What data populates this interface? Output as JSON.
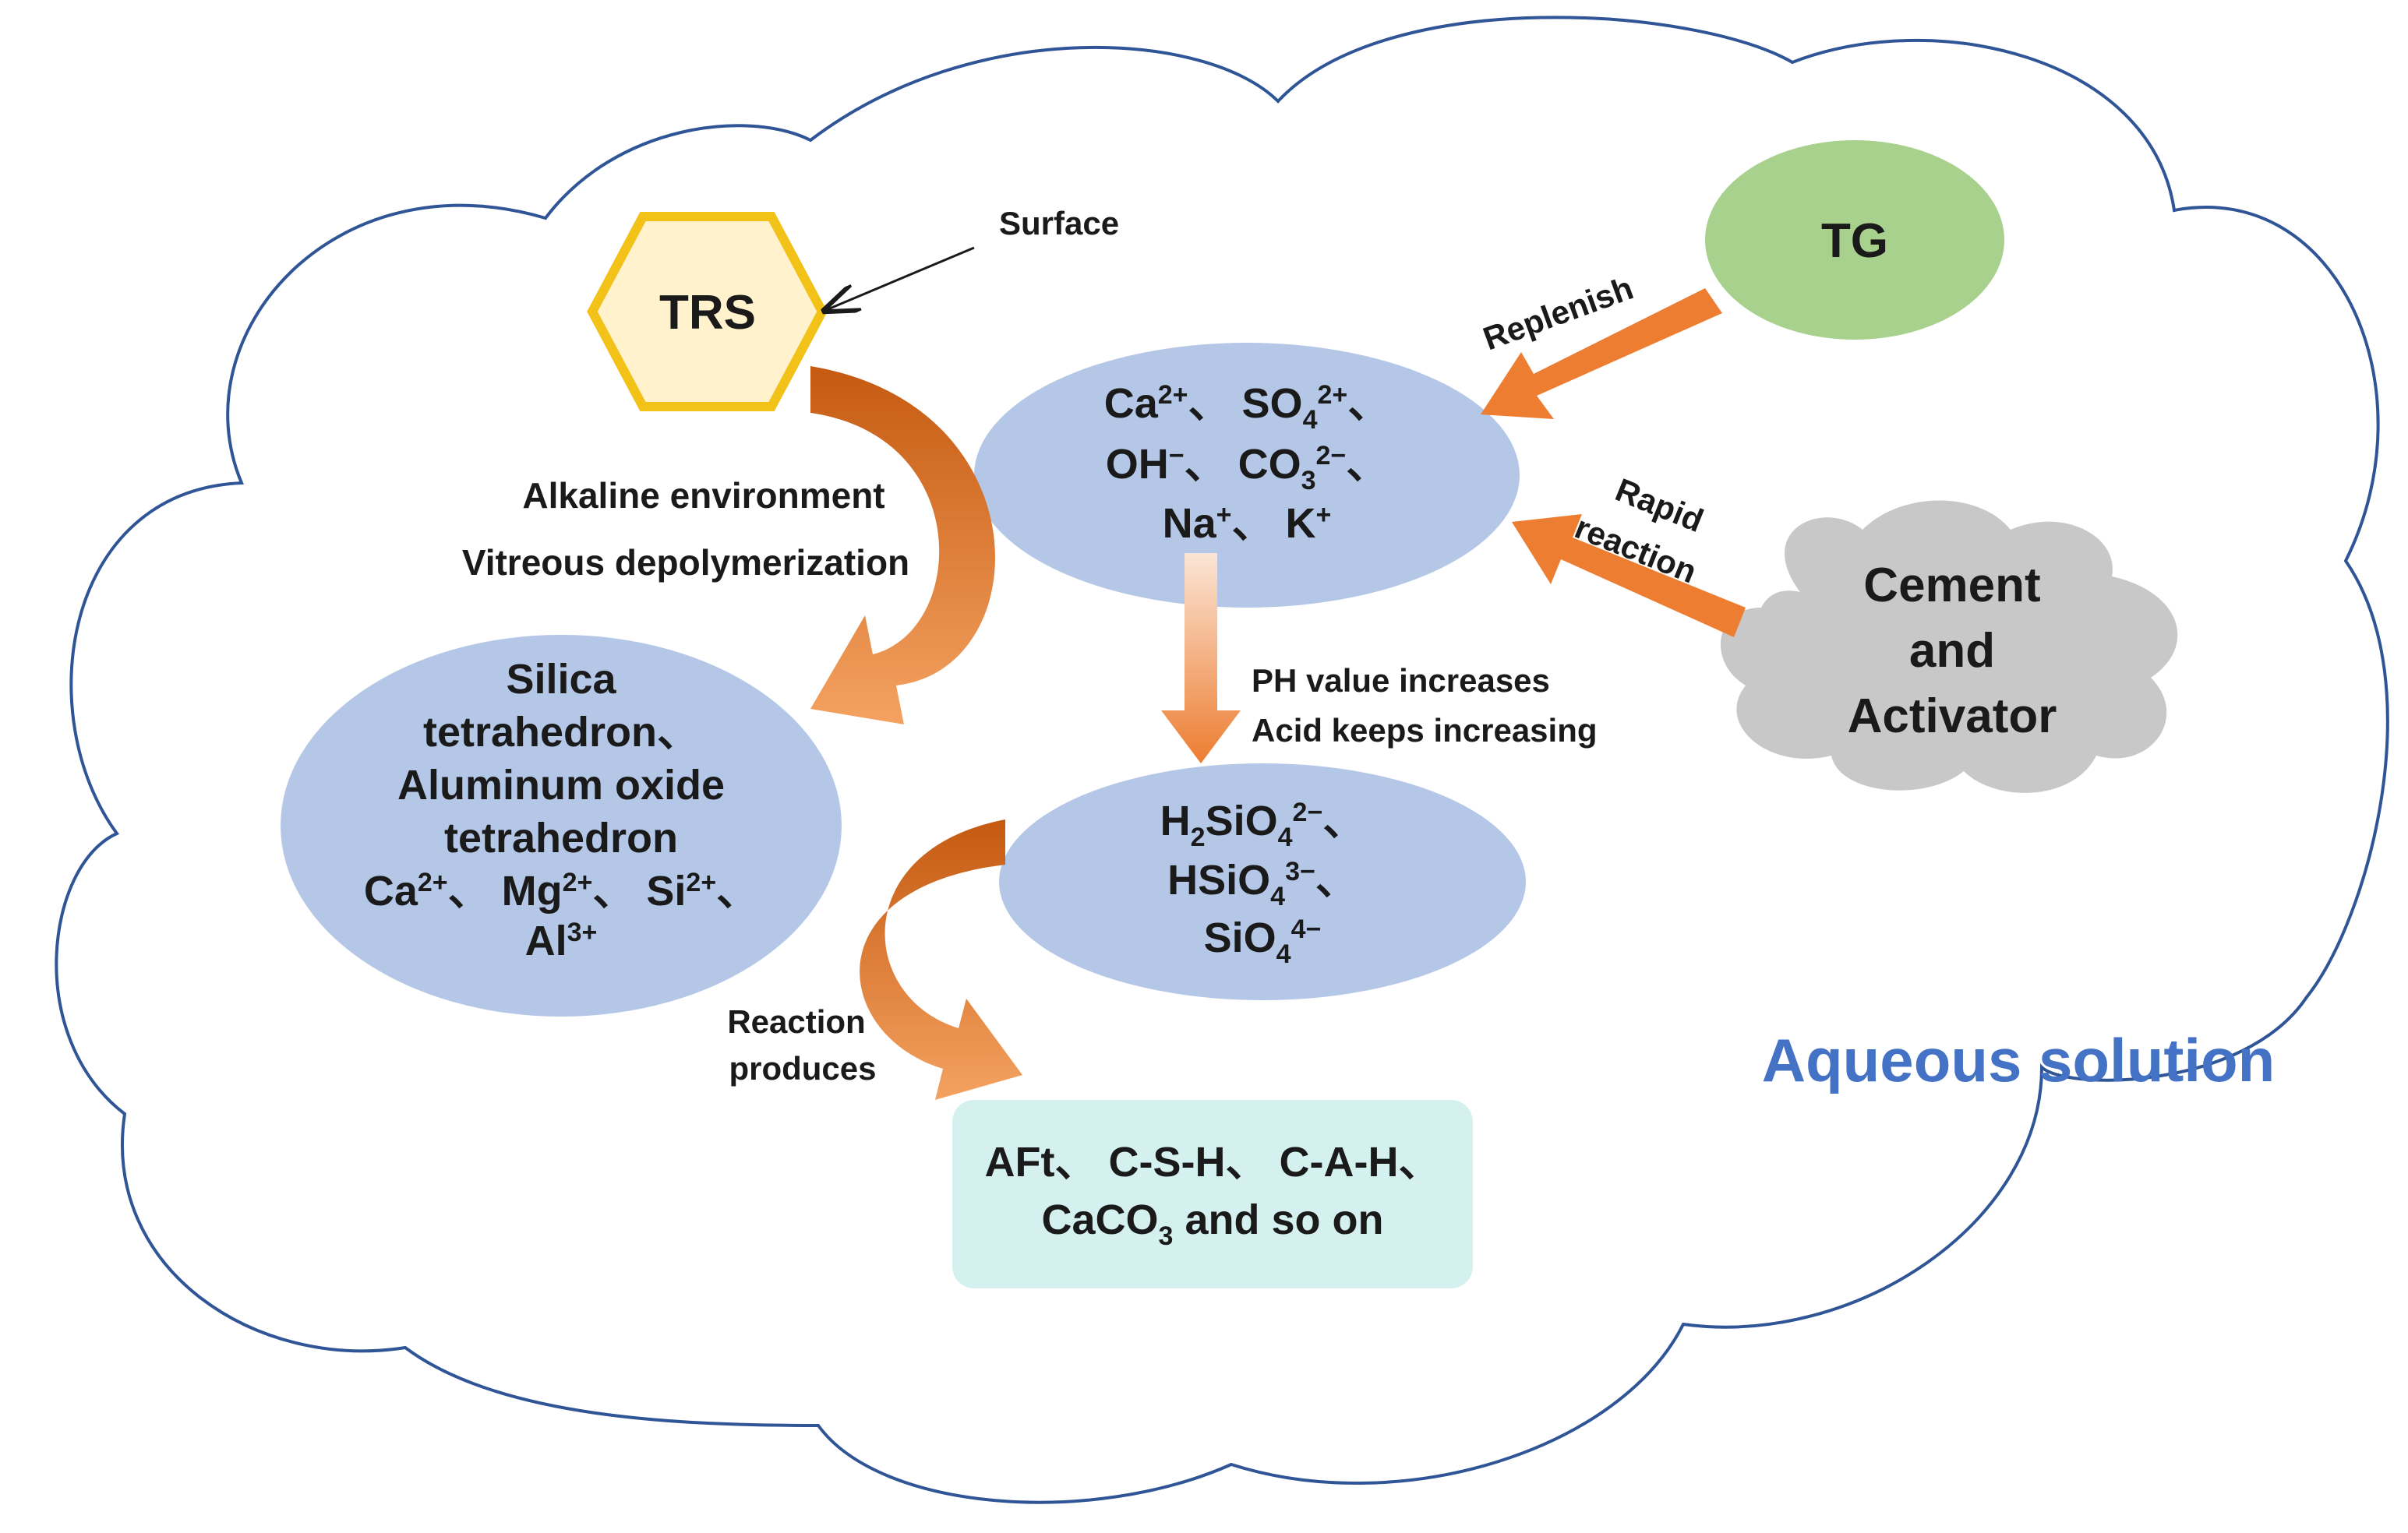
{
  "nodes": {
    "trs": {
      "label": "TRS",
      "fill": "#fff2cc",
      "stroke": "#f2c218"
    },
    "tg": {
      "label": "TG",
      "fill": "#a9d18e"
    },
    "cement": {
      "line1": "Cement",
      "line2": "and",
      "line3": "Activator",
      "fill": "#c8c8c8"
    },
    "ions_top": {
      "line1": [
        "Ca",
        "2+",
        "、 SO",
        "4",
        "2+",
        "、"
      ],
      "line2": [
        "OH",
        "−",
        "、 CO",
        "3",
        "2−",
        "、"
      ],
      "line3": [
        "Na",
        "+",
        "、 K",
        "+"
      ],
      "fill": "#b4c7e7"
    },
    "silica": {
      "line1": "Silica",
      "line2": "tetrahedron、",
      "line3": "Aluminum oxide",
      "line4": "tetrahedron",
      "line5": [
        "Ca",
        "2+",
        "、 Mg",
        "2+",
        "、 Si",
        "2+",
        "、"
      ],
      "line6": [
        "Al",
        "3+"
      ],
      "fill": "#b4c7e7"
    },
    "silicate_ions": {
      "line1": [
        "H",
        "2",
        "SiO",
        "4",
        "2−",
        "、"
      ],
      "line2": [
        "HSiO",
        "4",
        "3−",
        "、"
      ],
      "line3": [
        "SiO",
        "4",
        "4−"
      ],
      "fill": "#b4c7e7"
    },
    "products": {
      "line1": "AFt、 C-S-H、 C-A-H、",
      "line2": [
        "CaCO",
        "3",
        " and so on"
      ],
      "fill": "#d5f1ef"
    }
  },
  "edge_labels": {
    "surface": "Surface",
    "replenish": "Replenish",
    "rapid_reaction_1": "Rapid",
    "rapid_reaction_2": "reaction",
    "alkaline": "Alkaline environment",
    "vitreous": "Vitreous depolymerization",
    "ph": "PH value increases",
    "acid": "Acid keeps increasing",
    "reaction_produces_1": "Reaction",
    "reaction_produces_2": "produces"
  },
  "region_label": "Aqueous solution",
  "colors": {
    "cloud_stroke": "#2f5597",
    "arrow_orange": "#ed7d31",
    "arrow_dark": "#c55a11"
  }
}
